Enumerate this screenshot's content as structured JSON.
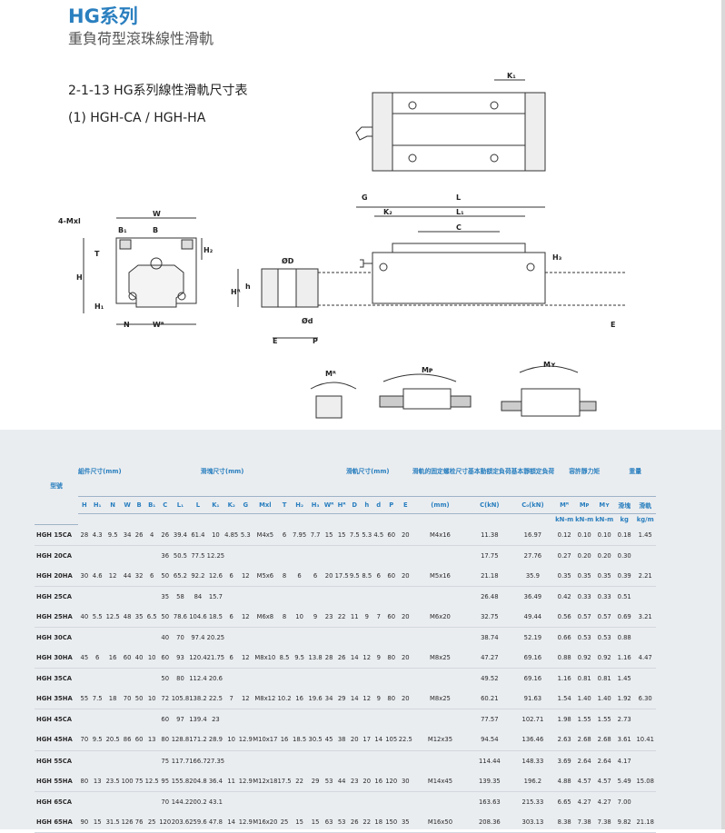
{
  "header": {
    "title": "HG系列",
    "subtitle": "重負荷型滾珠線性滑軌"
  },
  "section": {
    "title": "2-1-13 HG系列線性滑軌尺寸表",
    "subtitle": "(1) HGH-CA / HGH-HA"
  },
  "drawing_labels": {
    "k1": "K₁",
    "w": "W",
    "mxl": "4-Mxl",
    "b1": "B₁",
    "b": "B",
    "t": "T",
    "h2": "H₂",
    "h": "H",
    "h1": "H₁",
    "n": "N",
    "wr": "Wᴿ",
    "od": "ØD",
    "h_small": "h",
    "hr": "Hᴿ",
    "od_small": "Ød",
    "e": "E",
    "p": "P",
    "g": "G",
    "l": "L",
    "k2": "K₂",
    "l1": "L₁",
    "c": "C",
    "h3": "H₃",
    "e_right": "E",
    "mr": "Mᴿ",
    "mp": "Mᴘ",
    "my": "Mʏ"
  },
  "table": {
    "group_headers": {
      "model": "型號",
      "assembly": "組件尺寸(mm)",
      "block": "滑塊尺寸(mm)",
      "rail": "滑軌尺寸(mm)",
      "bolt": "滑軌的固定螺栓尺寸",
      "dynamic": "基本動額定負荷",
      "static": "基本靜額定負荷",
      "moment": "容許靜力矩",
      "weight": "重量"
    },
    "sub_headers": [
      "H",
      "H₁",
      "N",
      "W",
      "B",
      "B₁",
      "C",
      "L₁",
      "L",
      "K₁",
      "K₂",
      "G",
      "Mxl",
      "T",
      "H₂",
      "H₃",
      "Wᴿ",
      "Hᴿ",
      "D",
      "h",
      "d",
      "P",
      "E",
      "(mm)",
      "C(kN)",
      "C₀(kN)",
      "Mᴿ",
      "Mᴘ",
      "Mʏ",
      "滑塊",
      "滑軌"
    ],
    "unit_row": [
      "kN-m",
      "kN-m",
      "kN-m",
      "kg",
      "kg/m"
    ],
    "rows": [
      {
        "model": "HGH 15CA",
        "cells": [
          "28",
          "4.3",
          "9.5",
          "34",
          "26",
          "4",
          "26",
          "39.4",
          "61.4",
          "10",
          "4.85",
          "5.3",
          "M4x5",
          "6",
          "7.95",
          "7.7",
          "15",
          "15",
          "7.5",
          "5.3",
          "4.5",
          "60",
          "20",
          "M4x16",
          "11.38",
          "16.97",
          "0.12",
          "0.10",
          "0.10",
          "0.18",
          "1.45"
        ]
      },
      {
        "model": "HGH 20CA",
        "cells": [
          "",
          "",
          "",
          "",
          "",
          "",
          "36",
          "50.5",
          "77.5",
          "12.25",
          "",
          "",
          "",
          "",
          "",
          "",
          "",
          "",
          "",
          "",
          "",
          "",
          "",
          "",
          "17.75",
          "27.76",
          "0.27",
          "0.20",
          "0.20",
          "0.30",
          ""
        ]
      },
      {
        "model": "HGH 20HA",
        "cells": [
          "30",
          "4.6",
          "12",
          "44",
          "32",
          "6",
          "50",
          "65.2",
          "92.2",
          "12.6",
          "6",
          "12",
          "M5x6",
          "8",
          "6",
          "6",
          "20",
          "17.5",
          "9.5",
          "8.5",
          "6",
          "60",
          "20",
          "M5x16",
          "21.18",
          "35.9",
          "0.35",
          "0.35",
          "0.35",
          "0.39",
          "2.21"
        ]
      },
      {
        "model": "HGH 25CA",
        "cells": [
          "",
          "",
          "",
          "",
          "",
          "",
          "35",
          "58",
          "84",
          "15.7",
          "",
          "",
          "",
          "",
          "",
          "",
          "",
          "",
          "",
          "",
          "",
          "",
          "",
          "",
          "26.48",
          "36.49",
          "0.42",
          "0.33",
          "0.33",
          "0.51",
          ""
        ]
      },
      {
        "model": "HGH 25HA",
        "cells": [
          "40",
          "5.5",
          "12.5",
          "48",
          "35",
          "6.5",
          "50",
          "78.6",
          "104.6",
          "18.5",
          "6",
          "12",
          "M6x8",
          "8",
          "10",
          "9",
          "23",
          "22",
          "11",
          "9",
          "7",
          "60",
          "20",
          "M6x20",
          "32.75",
          "49.44",
          "0.56",
          "0.57",
          "0.57",
          "0.69",
          "3.21"
        ]
      },
      {
        "model": "HGH 30CA",
        "cells": [
          "",
          "",
          "",
          "",
          "",
          "",
          "40",
          "70",
          "97.4",
          "20.25",
          "",
          "",
          "",
          "",
          "",
          "",
          "",
          "",
          "",
          "",
          "",
          "",
          "",
          "",
          "38.74",
          "52.19",
          "0.66",
          "0.53",
          "0.53",
          "0.88",
          ""
        ]
      },
      {
        "model": "HGH 30HA",
        "cells": [
          "45",
          "6",
          "16",
          "60",
          "40",
          "10",
          "60",
          "93",
          "120.4",
          "21.75",
          "6",
          "12",
          "M8x10",
          "8.5",
          "9.5",
          "13.8",
          "28",
          "26",
          "14",
          "12",
          "9",
          "80",
          "20",
          "M8x25",
          "47.27",
          "69.16",
          "0.88",
          "0.92",
          "0.92",
          "1.16",
          "4.47"
        ]
      },
      {
        "model": "HGH 35CA",
        "cells": [
          "",
          "",
          "",
          "",
          "",
          "",
          "50",
          "80",
          "112.4",
          "20.6",
          "",
          "",
          "",
          "",
          "",
          "",
          "",
          "",
          "",
          "",
          "",
          "",
          "",
          "",
          "49.52",
          "69.16",
          "1.16",
          "0.81",
          "0.81",
          "1.45",
          ""
        ]
      },
      {
        "model": "HGH 35HA",
        "cells": [
          "55",
          "7.5",
          "18",
          "70",
          "50",
          "10",
          "72",
          "105.8",
          "138.2",
          "22.5",
          "7",
          "12",
          "M8x12",
          "10.2",
          "16",
          "19.6",
          "34",
          "29",
          "14",
          "12",
          "9",
          "80",
          "20",
          "M8x25",
          "60.21",
          "91.63",
          "1.54",
          "1.40",
          "1.40",
          "1.92",
          "6.30"
        ]
      },
      {
        "model": "HGH 45CA",
        "cells": [
          "",
          "",
          "",
          "",
          "",
          "",
          "60",
          "97",
          "139.4",
          "23",
          "",
          "",
          "",
          "",
          "",
          "",
          "",
          "",
          "",
          "",
          "",
          "",
          "",
          "",
          "77.57",
          "102.71",
          "1.98",
          "1.55",
          "1.55",
          "2.73",
          ""
        ]
      },
      {
        "model": "HGH 45HA",
        "cells": [
          "70",
          "9.5",
          "20.5",
          "86",
          "60",
          "13",
          "80",
          "128.8",
          "171.2",
          "28.9",
          "10",
          "12.9",
          "M10x17",
          "16",
          "18.5",
          "30.5",
          "45",
          "38",
          "20",
          "17",
          "14",
          "105",
          "22.5",
          "M12x35",
          "94.54",
          "136.46",
          "2.63",
          "2.68",
          "2.68",
          "3.61",
          "10.41"
        ]
      },
      {
        "model": "HGH 55CA",
        "cells": [
          "",
          "",
          "",
          "",
          "",
          "",
          "75",
          "117.7",
          "166.7",
          "27.35",
          "",
          "",
          "",
          "",
          "",
          "",
          "",
          "",
          "",
          "",
          "",
          "",
          "",
          "",
          "114.44",
          "148.33",
          "3.69",
          "2.64",
          "2.64",
          "4.17",
          ""
        ]
      },
      {
        "model": "HGH 55HA",
        "cells": [
          "80",
          "13",
          "23.5",
          "100",
          "75",
          "12.5",
          "95",
          "155.8",
          "204.8",
          "36.4",
          "11",
          "12.9",
          "M12x18",
          "17.5",
          "22",
          "29",
          "53",
          "44",
          "23",
          "20",
          "16",
          "120",
          "30",
          "M14x45",
          "139.35",
          "196.2",
          "4.88",
          "4.57",
          "4.57",
          "5.49",
          "15.08"
        ]
      },
      {
        "model": "HGH 65CA",
        "cells": [
          "",
          "",
          "",
          "",
          "",
          "",
          "70",
          "144.2",
          "200.2",
          "43.1",
          "",
          "",
          "",
          "",
          "",
          "",
          "",
          "",
          "",
          "",
          "",
          "",
          "",
          "",
          "163.63",
          "215.33",
          "6.65",
          "4.27",
          "4.27",
          "7.00",
          ""
        ]
      },
      {
        "model": "HGH 65HA",
        "cells": [
          "90",
          "15",
          "31.5",
          "126",
          "76",
          "25",
          "120",
          "203.6",
          "259.6",
          "47.8",
          "14",
          "12.9",
          "M16x20",
          "25",
          "15",
          "15",
          "63",
          "53",
          "26",
          "22",
          "18",
          "150",
          "35",
          "M16x50",
          "208.36",
          "303.13",
          "8.38",
          "7.38",
          "7.38",
          "9.82",
          "21.18"
        ]
      }
    ]
  },
  "colors": {
    "accent": "#2a7fbf",
    "table_bg": "#eaedf0"
  }
}
